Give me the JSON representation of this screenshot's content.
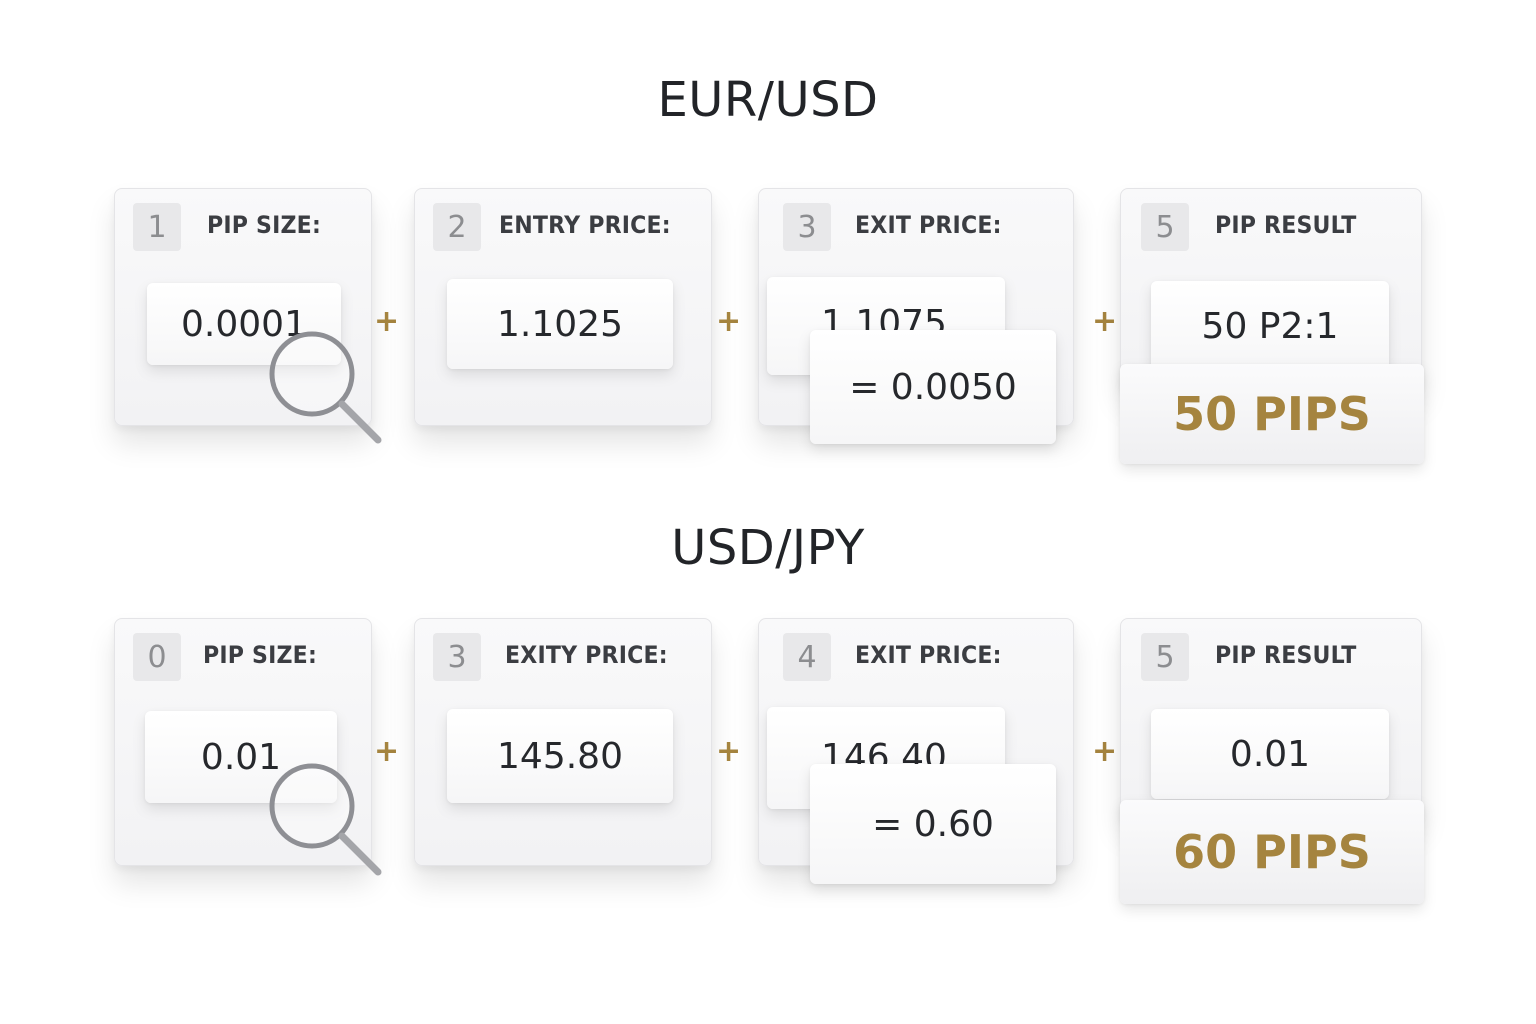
{
  "eur": {
    "title": "EUR/USD",
    "card1": {
      "num": "1",
      "label": "PIP SIZE:",
      "value": "0.0001"
    },
    "card2": {
      "num": "2",
      "label": "ENTRY PRICE:",
      "value": "1.1025"
    },
    "card3": {
      "num": "3",
      "label": "EXIT PRICE:",
      "value": "1.1075",
      "diff": "= 0.0050"
    },
    "card4": {
      "num": "5",
      "label": "PIP RESULT",
      "value": "50 P2:1",
      "result": "50 PIPS"
    }
  },
  "jpy": {
    "title": "USD/JPY",
    "card1": {
      "num": "0",
      "label": "PIP SIZE:",
      "value": "0.01"
    },
    "card2": {
      "num": "3",
      "label": "EXITY PRICE:",
      "value": "145.80"
    },
    "card3": {
      "num": "4",
      "label": "EXIT PRICE:",
      "value": "146.40",
      "diff": "= 0.60"
    },
    "card4": {
      "num": "5",
      "label": "PIP RESULT",
      "value": "0.01",
      "result": "60 PIPS"
    }
  },
  "operators": {
    "plus": "+"
  },
  "colors": {
    "accent": "#a5843f",
    "card": "#f4f4f6",
    "text": "#26282c"
  },
  "icons": [
    "magnifier-icon",
    "plus-icon"
  ]
}
